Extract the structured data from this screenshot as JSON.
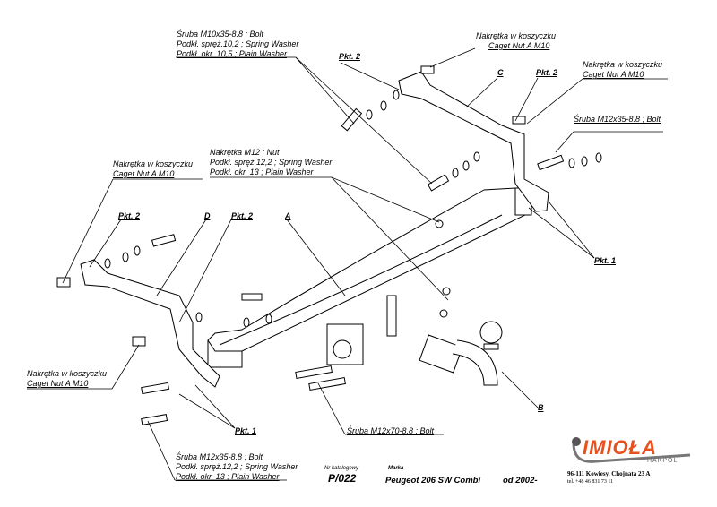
{
  "callouts": {
    "top_bolt": [
      "Śruba M10x35-8.8 ;  Bolt",
      "Podkł. spręż.10,2 ; Spring Washer",
      "Podkł. okr. 10,5 ; Plain Washer"
    ],
    "nut_top": [
      "Nakrętka w koszyczku",
      "Caget Nut A M10"
    ],
    "nut_right": [
      "Nakrętka w koszyczku",
      "Caget Nut A M10"
    ],
    "bolt_right": "Śruba M12x35-8.8 ;  Bolt",
    "nut_m12": [
      "Nakrętka  M12 ; Nut",
      "Podkł. spręż.12,2 ; Spring Washer",
      "Podkł. okr. 13 ; Plain Washer"
    ],
    "nut_left": [
      "Nakrętka w koszyczku",
      "Caget Nut A M10"
    ],
    "nut_bottom_left": [
      "Nakrętka w koszyczku",
      "Caget Nut A M10"
    ],
    "bolt_m12x70": "Śruba M12x70-8.8 ;  Bolt",
    "bottom_bolt": [
      "Śruba M12x35-8.8 ;  Bolt",
      "Podkł. spręż.12,2 ; Spring Washer",
      "Podkł. okr. 13 ; Plain Washer"
    ]
  },
  "labels": {
    "pkt2": "Pkt. 2",
    "pkt1": "Pkt. 1",
    "A": "A",
    "B": "B",
    "C": "C",
    "D": "D"
  },
  "title_block": {
    "catalog_label": "Nr katalogowy",
    "catalog_no": "P/022",
    "make_label": "Marka",
    "make": "Peugeot 206 SW Combi",
    "year": "od 2002-"
  },
  "logo": {
    "name": "IMIOŁA",
    "sub": "HAKPOL",
    "address": "96-111 Kowiesy,  Chojnata 23 A",
    "phone": "tel. +48 46 831 73 11",
    "color": "#e8501e"
  }
}
